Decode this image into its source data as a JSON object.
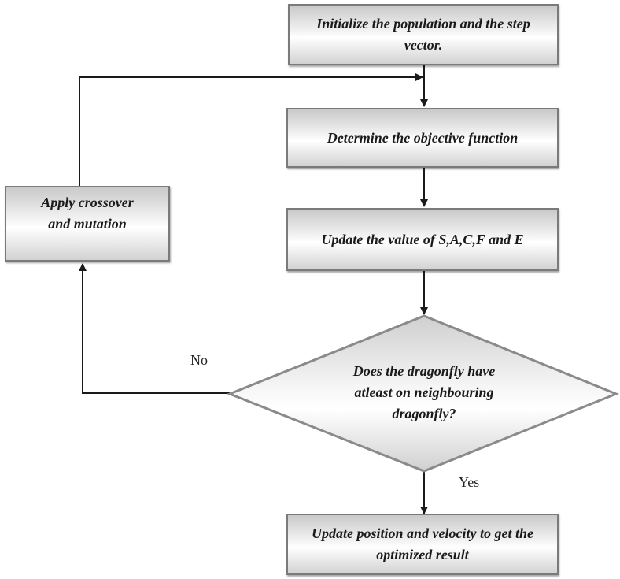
{
  "flowchart": {
    "nodes": {
      "init": "Initialize the population  and the step vector.",
      "objective": "Determine the objective  function",
      "update_values": "Update the value of S,A,C,F and E",
      "crossover": "Apply crossover and mutation",
      "decision": "Does the dragonfly have atleast on neighbouring dragonfly?",
      "result": "Update position and velocity to get the optimized  result"
    },
    "decision_lines": [
      "Does the dragonfly have",
      "atleast on neighbouring",
      "dragonfly?"
    ],
    "edges": {
      "no_label": "No",
      "yes_label": "Yes"
    },
    "colors": {
      "box_border": "#7a7a7a",
      "arrow": "#1a1a1a",
      "text": "#1a1a1a"
    }
  }
}
